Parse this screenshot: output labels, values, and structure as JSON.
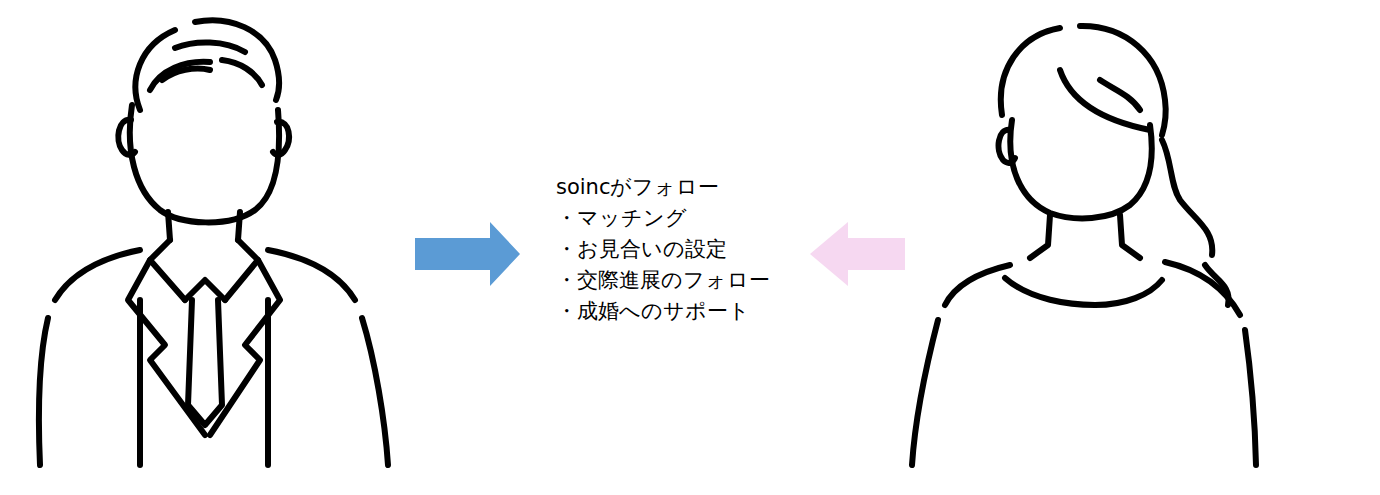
{
  "diagram": {
    "labels": [
      "soincがフォロー",
      "・マッチング",
      "・お見合いの設定",
      "・交際進展のフォロー",
      "・成婚へのサポート"
    ]
  }
}
